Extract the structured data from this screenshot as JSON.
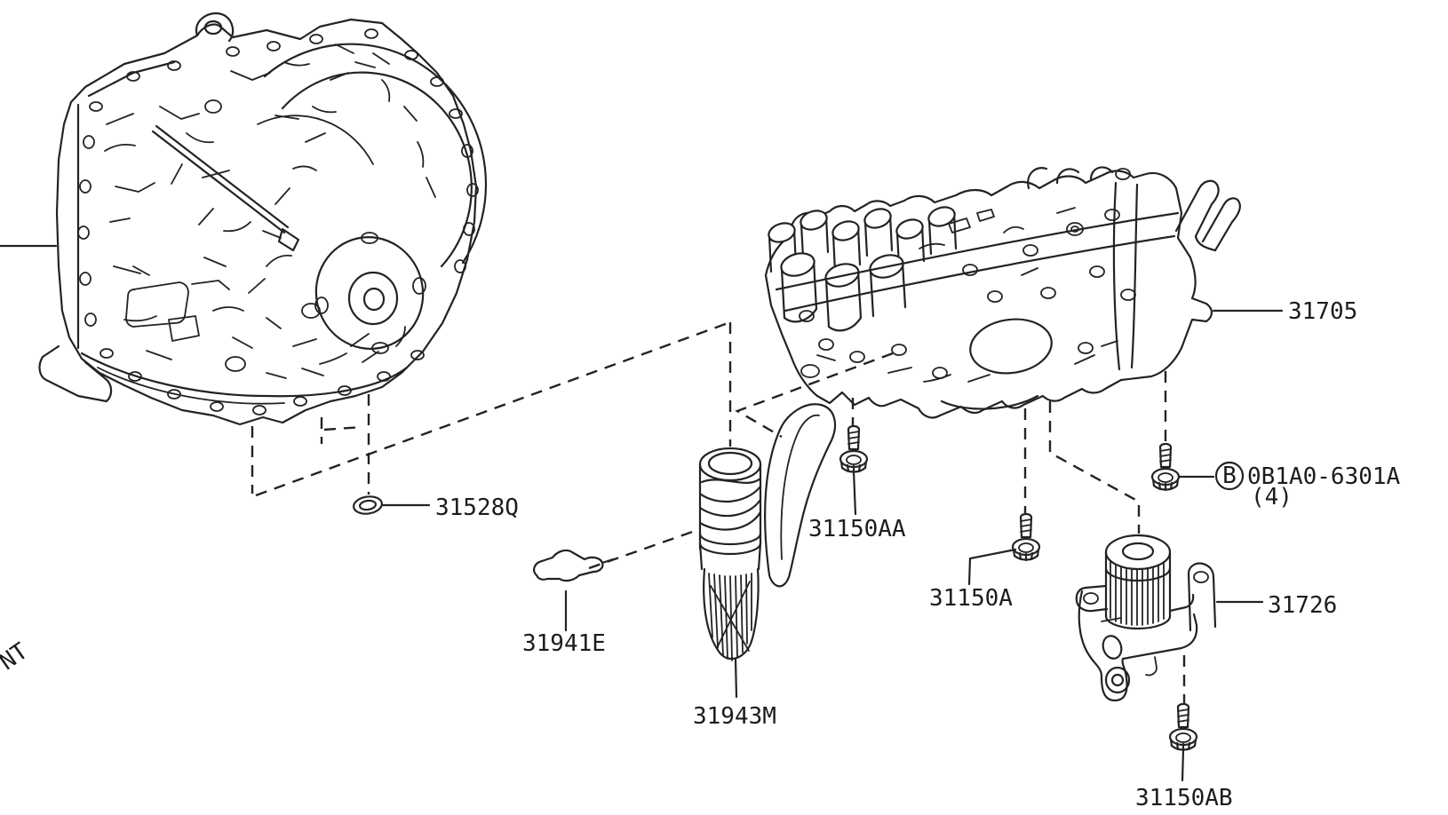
{
  "figure": {
    "background": "#ffffff",
    "line_color": "#232323"
  },
  "callouts": {
    "ring": {
      "part_no": "31528Q"
    },
    "bolt_aa": {
      "part_no": "31150AA"
    },
    "bolt_a": {
      "part_no": "31150A"
    },
    "bolt_b": {
      "symbol": "B",
      "part_no": "0B1A0-6301A",
      "qty": "(4)"
    },
    "bolt_ab": {
      "part_no": "31150AB"
    },
    "valve_assembly": {
      "part_no": "31705"
    },
    "pump_fitting": {
      "part_no": "31726"
    },
    "gasket": {
      "part_no": "31941E"
    },
    "strainer": {
      "part_no": "31943M"
    }
  },
  "watermark": "NT"
}
